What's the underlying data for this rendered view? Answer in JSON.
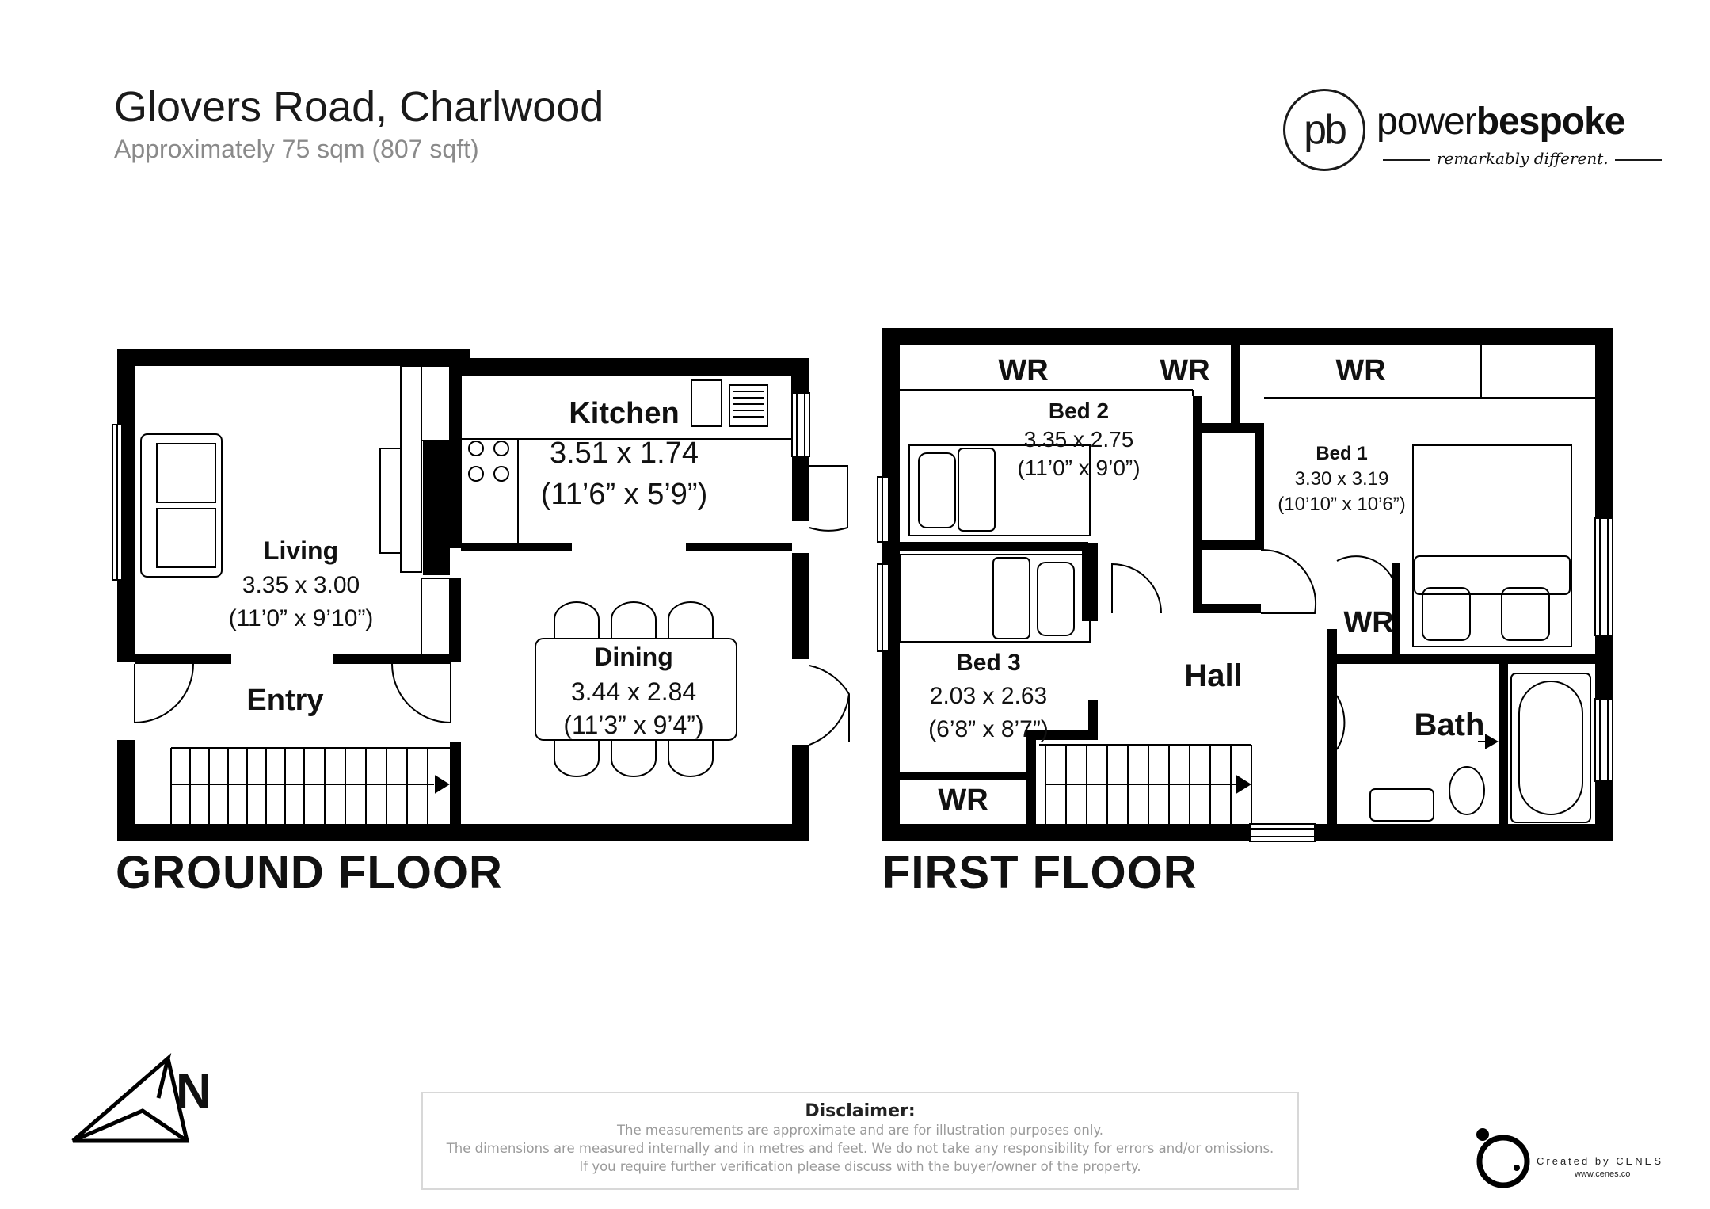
{
  "header": {
    "title": "Glovers Road, Charlwood",
    "subtitle": "Approximately 75 sqm (807 sqft)"
  },
  "brand": {
    "mark": "pb",
    "name_light": "power",
    "name_bold": "bespoke",
    "tagline": "remarkably different."
  },
  "floors": {
    "ground": {
      "label": "GROUND FLOOR",
      "rooms": {
        "living": {
          "name": "Living",
          "metric": "3.35 x 3.00",
          "imperial": "(11’0” x 9’10”)"
        },
        "kitchen": {
          "name": "Kitchen",
          "metric": "3.51 x 1.74",
          "imperial": "(11’6” x 5’9”)"
        },
        "dining": {
          "name": "Dining",
          "metric": "3.44 x 2.84",
          "imperial": "(11’3” x 9’4”)"
        },
        "entry": {
          "name": "Entry"
        }
      }
    },
    "first": {
      "label": "FIRST FLOOR",
      "rooms": {
        "wr1": {
          "name": "WR"
        },
        "wr2": {
          "name": "WR"
        },
        "wr3": {
          "name": "WR"
        },
        "wr4": {
          "name": "WR"
        },
        "wr5": {
          "name": "WR"
        },
        "bed2": {
          "name": "Bed 2",
          "metric": "3.35 x 2.75",
          "imperial": "(11’0” x 9’0”)"
        },
        "bed1": {
          "name": "Bed 1",
          "metric": "3.30 x 3.19",
          "imperial": "(10’10” x 10’6”)"
        },
        "bed3": {
          "name": "Bed 3",
          "metric": "2.03 x 2.63",
          "imperial": "(6’8” x 8’7”)"
        },
        "hall": {
          "name": "Hall"
        },
        "bath": {
          "name": "Bath"
        }
      }
    }
  },
  "compass": {
    "label": "N"
  },
  "disclaimer": {
    "title": "Disclaimer:",
    "lines": [
      "The measurements are approximate and are for illustration purposes only.",
      "The dimensions are measured internally and in metres and feet. We do not take any responsibility for errors and/or omissions.",
      "If you require further verification please discuss with the buyer/owner of the property."
    ]
  },
  "credit": {
    "text": "Created by CENES",
    "url": "www.cenes.co"
  }
}
